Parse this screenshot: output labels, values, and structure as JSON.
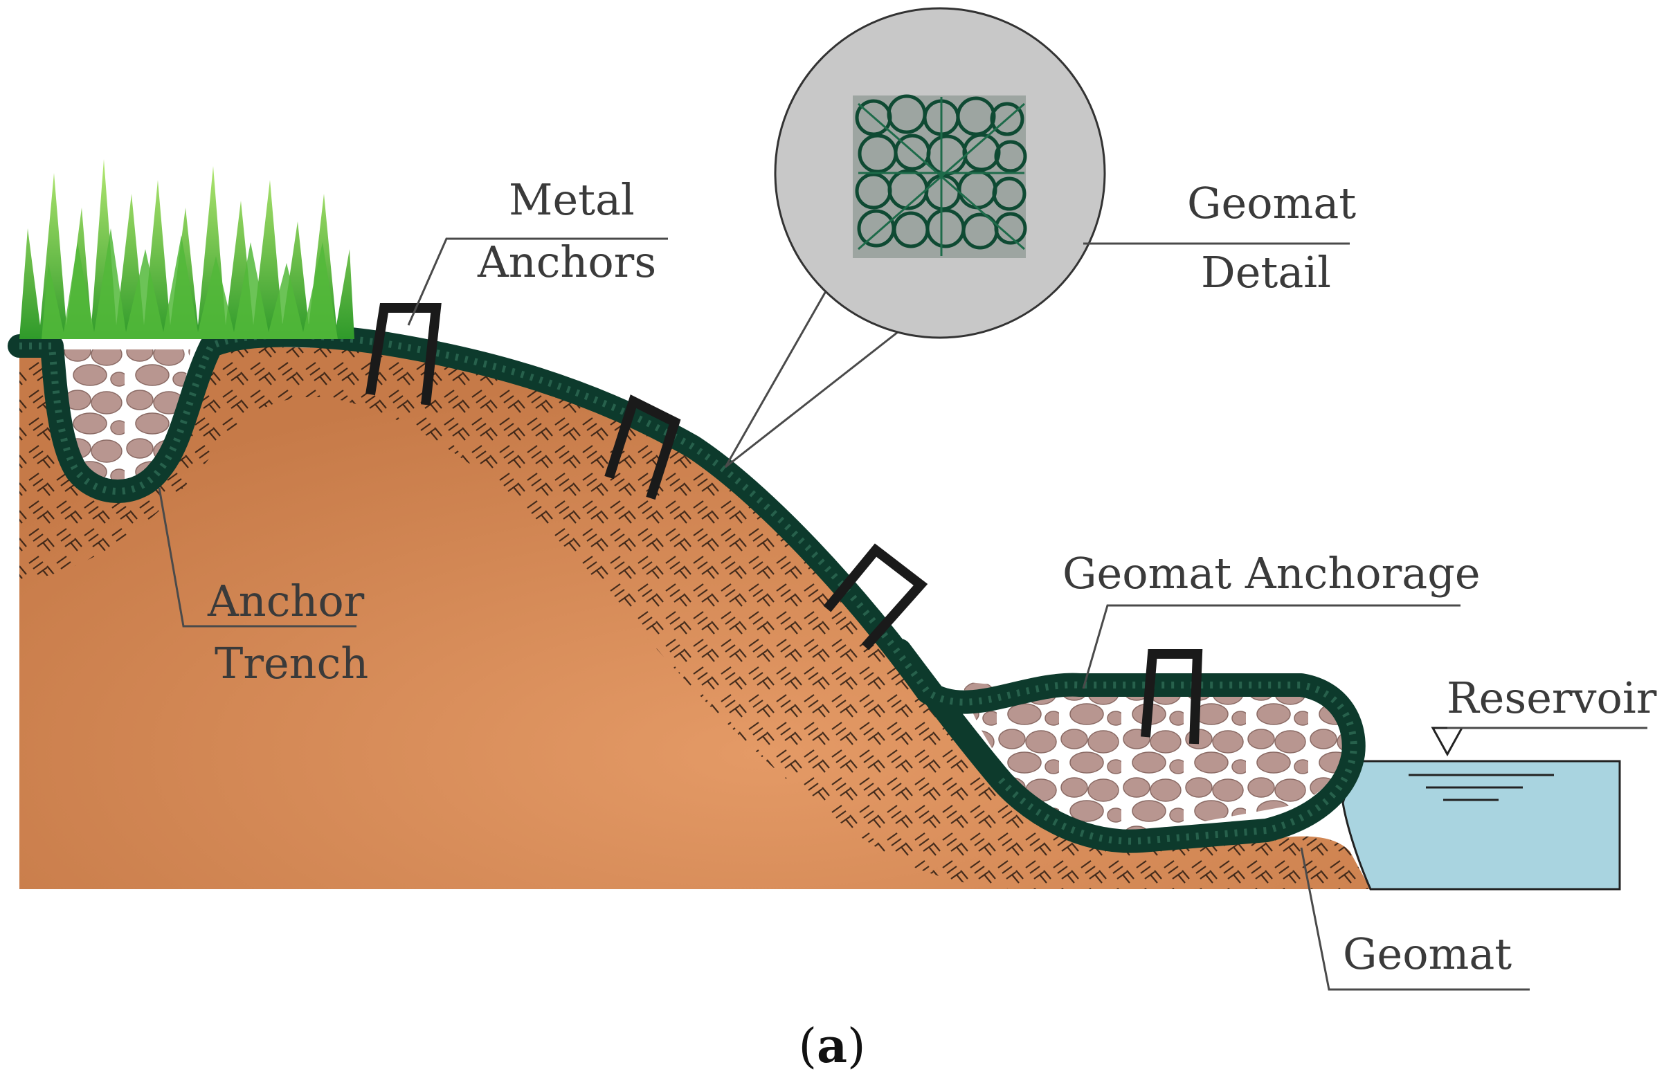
{
  "labels": {
    "metal": "Metal",
    "anchors": "Anchors",
    "geomat_detail_1": "Geomat",
    "geomat_detail_2": "Detail",
    "anchor": "Anchor",
    "trench": "Trench",
    "geomat_anchorage": "Geomat Anchorage",
    "reservoir": "Reservoir",
    "geomat": "Geomat"
  },
  "caption": {
    "open": "(",
    "letter": "a",
    "close": ")"
  },
  "colors": {
    "soil": "#d9915f",
    "soil_shade": "#b86f42",
    "geomat": "#0d3a2c",
    "geomat_dot": "#2e6b55",
    "stone": "#b89690",
    "water": "#a9d4e0",
    "grass_light": "#8fd14f",
    "grass_dark": "#3fa62e",
    "anchor": "#1a1a1a"
  }
}
